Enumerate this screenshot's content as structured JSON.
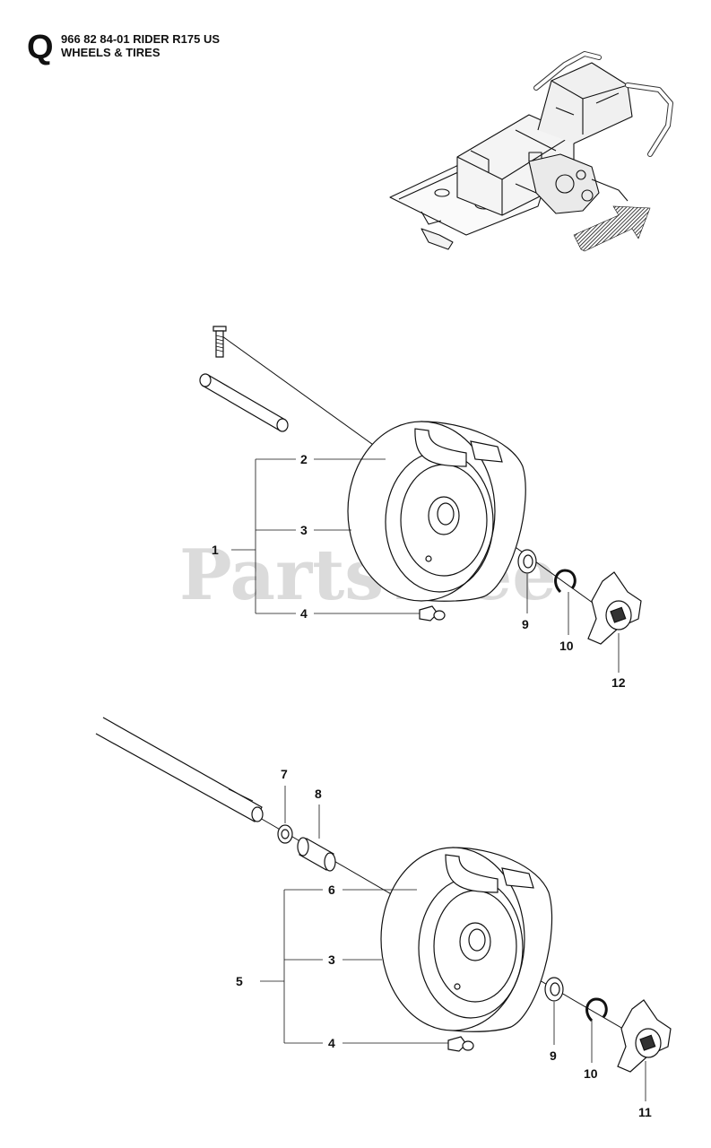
{
  "header": {
    "section_letter": "Q",
    "title_line1": "966 82 84-01 RIDER R175 US",
    "title_line2": "WHEELS & TIRES"
  },
  "watermark": "PartsTree",
  "callouts": {
    "upper": {
      "assembly": "1",
      "wheel": "2",
      "rim": "3",
      "valve": "4",
      "washer": "9",
      "clip": "10",
      "hub_cap": "12"
    },
    "lower": {
      "spacer_washer": "7",
      "spacer_tube": "8",
      "assembly": "5",
      "wheel": "6",
      "rim": "3",
      "valve": "4",
      "washer": "9",
      "clip": "10",
      "hub_cap": "11"
    }
  },
  "colors": {
    "line": "#111111",
    "watermark": "#cfcfcf",
    "background": "#ffffff"
  }
}
